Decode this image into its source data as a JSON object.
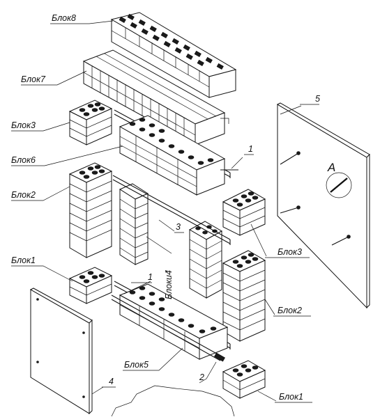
{
  "labels": {
    "blok8": "Блок8",
    "blok7": "Блок7",
    "blok3_left": "Блок3",
    "blok6": "Блок6",
    "blok2_left": "Блок2",
    "blok1_left": "Блок1",
    "blok5": "Блок5",
    "bloki4": "Блоки4",
    "blok3_right": "Блок3",
    "blok2_right": "Блок2",
    "blok1_right": "Блок1",
    "num1_top": "1",
    "num1_mid": "1",
    "num2": "2",
    "num3": "3",
    "num4": "4",
    "num5": "5",
    "view_a": "А"
  }
}
